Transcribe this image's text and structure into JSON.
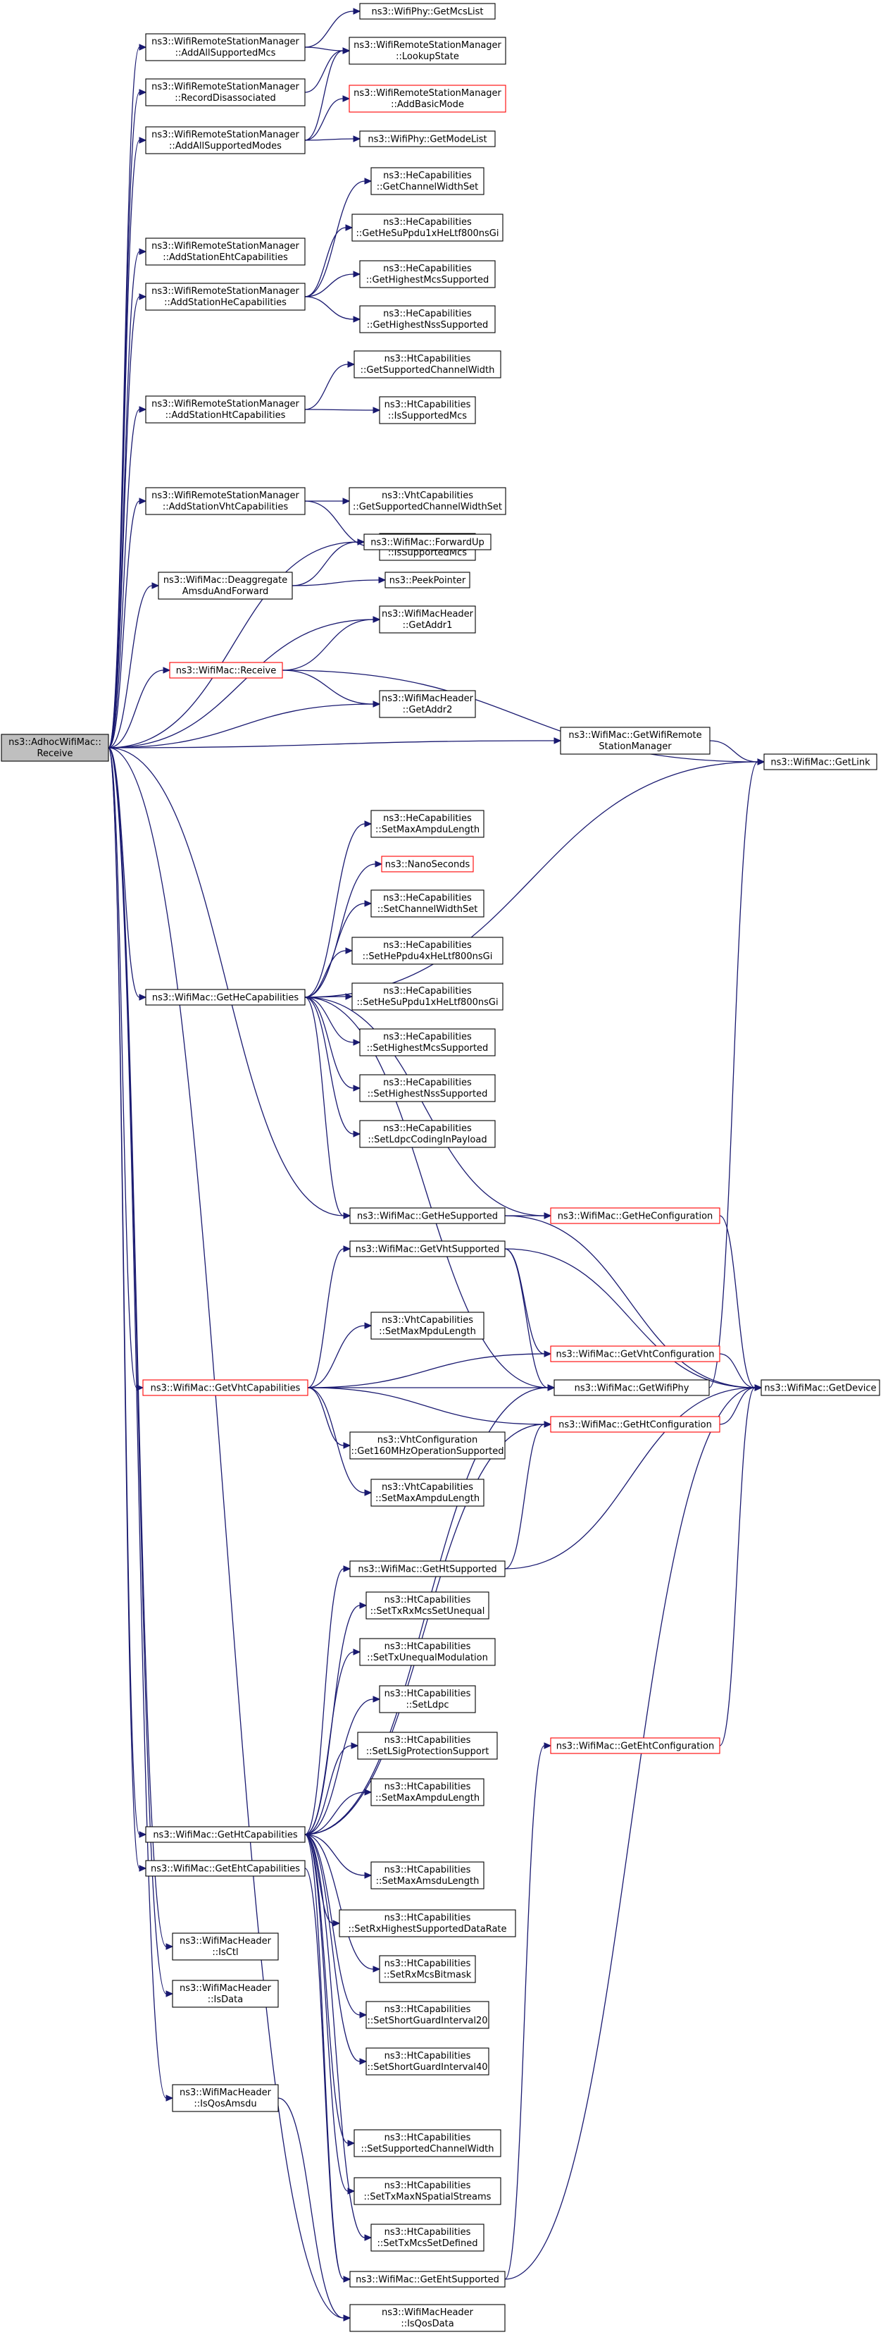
{
  "diagram": {
    "colors": {
      "edge": "#191970",
      "root_fill": "#bfbfbf",
      "missing_border": "#ff0000",
      "node_border": "#000000"
    },
    "nodes": {
      "root": [
        "ns3::AdhocWifiMac::",
        "Receive"
      ],
      "addAllSupportedMcs": [
        "ns3::WifiRemoteStationManager",
        "::AddAllSupportedMcs"
      ],
      "recordDisassociated": [
        "ns3::WifiRemoteStationManager",
        "::RecordDisassociated"
      ],
      "addAllSupportedModes": [
        "ns3::WifiRemoteStationManager",
        "::AddAllSupportedModes"
      ],
      "getMcsList": [
        "ns3::WifiPhy::GetMcsList"
      ],
      "lookupState": [
        "ns3::WifiRemoteStationManager",
        "::LookupState"
      ],
      "addBasicMode": [
        "ns3::WifiRemoteStationManager",
        "::AddBasicMode"
      ],
      "getModeList": [
        "ns3::WifiPhy::GetModeList"
      ],
      "addStationEht": [
        "ns3::WifiRemoteStationManager",
        "::AddStationEhtCapabilities"
      ],
      "addStationHe": [
        "ns3::WifiRemoteStationManager",
        "::AddStationHeCapabilities"
      ],
      "heGetChannelWidthSet": [
        "ns3::HeCapabilities",
        "::GetChannelWidthSet"
      ],
      "heGetHeSuPpdu": [
        "ns3::HeCapabilities",
        "::GetHeSuPpdu1xHeLtf800nsGi"
      ],
      "heGetHighestMcs": [
        "ns3::HeCapabilities",
        "::GetHighestMcsSupported"
      ],
      "heGetHighestNss": [
        "ns3::HeCapabilities",
        "::GetHighestNssSupported"
      ],
      "addStationHt": [
        "ns3::WifiRemoteStationManager",
        "::AddStationHtCapabilities"
      ],
      "htGetSupportedChannelWidth": [
        "ns3::HtCapabilities",
        "::GetSupportedChannelWidth"
      ],
      "htIsSupportedMcs": [
        "ns3::HtCapabilities",
        "::IsSupportedMcs"
      ],
      "addStationVht": [
        "ns3::WifiRemoteStationManager",
        "::AddStationVhtCapabilities"
      ],
      "vhtGetSupportedChannelWidthSet": [
        "ns3::VhtCapabilities",
        "::GetSupportedChannelWidthSet"
      ],
      "vhtIsSupportedMcs": [
        "ns3::VhtCapabilities",
        "::IsSupportedMcs"
      ],
      "deaggregate": [
        "ns3::WifiMac::Deaggregate",
        "AmsduAndForward"
      ],
      "forwardUp": [
        "ns3::WifiMac::ForwardUp"
      ],
      "peekPointer": [
        "ns3::PeekPointer"
      ],
      "getAddr1": [
        "ns3::WifiMacHeader",
        "::GetAddr1"
      ],
      "receive": [
        "ns3::WifiMac::Receive"
      ],
      "getAddr2": [
        "ns3::WifiMacHeader",
        "::GetAddr2"
      ],
      "getWifiRemoteStationManager": [
        "ns3::WifiMac::GetWifiRemote",
        "StationManager"
      ],
      "getLink": [
        "ns3::WifiMac::GetLink"
      ],
      "heSetMaxAmpdu": [
        "ns3::HeCapabilities",
        "::SetMaxAmpduLength"
      ],
      "nanoSeconds": [
        "ns3::NanoSeconds"
      ],
      "heSetChannelWidthSet": [
        "ns3::HeCapabilities",
        "::SetChannelWidthSet"
      ],
      "heSetHePpdu4x": [
        "ns3::HeCapabilities",
        "::SetHePpdu4xHeLtf800nsGi"
      ],
      "heSetHeSuPpdu1x": [
        "ns3::HeCapabilities",
        "::SetHeSuPpdu1xHeLtf800nsGi"
      ],
      "heSetHighestMcs": [
        "ns3::HeCapabilities",
        "::SetHighestMcsSupported"
      ],
      "heSetHighestNss": [
        "ns3::HeCapabilities",
        "::SetHighestNssSupported"
      ],
      "heSetLdpc": [
        "ns3::HeCapabilities",
        "::SetLdpcCodingInPayload"
      ],
      "getHeCapabilities": [
        "ns3::WifiMac::GetHeCapabilities"
      ],
      "getHeSupported": [
        "ns3::WifiMac::GetHeSupported"
      ],
      "getHeConfiguration": [
        "ns3::WifiMac::GetHeConfiguration"
      ],
      "getVhtSupported": [
        "ns3::WifiMac::GetVhtSupported"
      ],
      "vhtSetMaxMpdu": [
        "ns3::VhtCapabilities",
        "::SetMaxMpduLength"
      ],
      "getVhtConfiguration": [
        "ns3::WifiMac::GetVhtConfiguration"
      ],
      "getVhtCapabilities": [
        "ns3::WifiMac::GetVhtCapabilities"
      ],
      "getWifiPhy": [
        "ns3::WifiMac::GetWifiPhy"
      ],
      "getDevice": [
        "ns3::WifiMac::GetDevice"
      ],
      "getHtConfiguration": [
        "ns3::WifiMac::GetHtConfiguration"
      ],
      "vhtGet160": [
        "ns3::VhtConfiguration",
        "::Get160MHzOperationSupported"
      ],
      "vhtSetMaxAmpdu": [
        "ns3::VhtCapabilities",
        "::SetMaxAmpduLength"
      ],
      "getHtSupported": [
        "ns3::WifiMac::GetHtSupported"
      ],
      "htSetTxRxMcsSetUnequal": [
        "ns3::HtCapabilities",
        "::SetTxRxMcsSetUnequal"
      ],
      "htSetTxUnequalModulation": [
        "ns3::HtCapabilities",
        "::SetTxUnequalModulation"
      ],
      "htSetLdpc": [
        "ns3::HtCapabilities",
        "::SetLdpc"
      ],
      "htSetLSig": [
        "ns3::HtCapabilities",
        "::SetLSigProtectionSupport"
      ],
      "htSetMaxAmpdu": [
        "ns3::HtCapabilities",
        "::SetMaxAmpduLength"
      ],
      "getEhtConfiguration": [
        "ns3::WifiMac::GetEhtConfiguration"
      ],
      "getHtCapabilities": [
        "ns3::WifiMac::GetHtCapabilities"
      ],
      "getEhtCapabilities": [
        "ns3::WifiMac::GetEhtCapabilities"
      ],
      "htSetMaxAmsdu": [
        "ns3::HtCapabilities",
        "::SetMaxAmsduLength"
      ],
      "htSetRxHighest": [
        "ns3::HtCapabilities",
        "::SetRxHighestSupportedDataRate"
      ],
      "htSetRxMcsBitmask": [
        "ns3::HtCapabilities",
        "::SetRxMcsBitmask"
      ],
      "isCtl": [
        "ns3::WifiMacHeader",
        "::IsCtl"
      ],
      "isData": [
        "ns3::WifiMacHeader",
        "::IsData"
      ],
      "htSetSgi20": [
        "ns3::HtCapabilities",
        "::SetShortGuardInterval20"
      ],
      "htSetSgi40": [
        "ns3::HtCapabilities",
        "::SetShortGuardInterval40"
      ],
      "isQosAmsdu": [
        "ns3::WifiMacHeader",
        "::IsQosAmsdu"
      ],
      "htSetSupportedChannelWidth": [
        "ns3::HtCapabilities",
        "::SetSupportedChannelWidth"
      ],
      "htSetTxMaxNss": [
        "ns3::HtCapabilities",
        "::SetTxMaxNSpatialStreams"
      ],
      "htSetTxMcsSetDefined": [
        "ns3::HtCapabilities",
        "::SetTxMcsSetDefined"
      ],
      "getEhtSupported": [
        "ns3::WifiMac::GetEhtSupported"
      ],
      "isQosData": [
        "ns3::WifiMacHeader",
        "::IsQosData"
      ]
    }
  }
}
